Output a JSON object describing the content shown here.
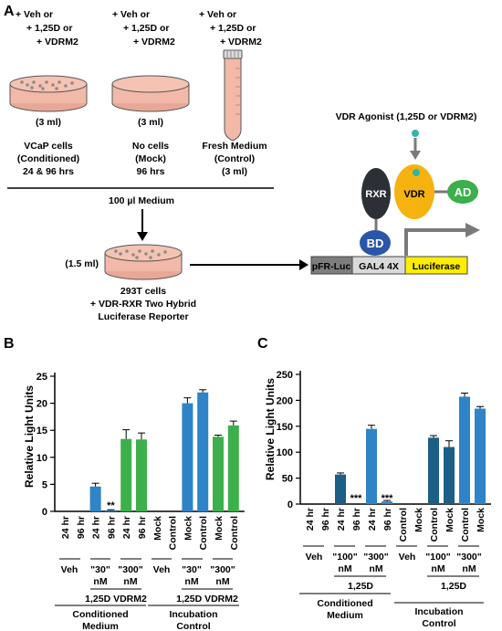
{
  "panelA": {
    "letter": "A",
    "dish1": {
      "t1": "+ Veh or",
      "t2": "+ 1,25D or",
      "t3": "+ VDRM2",
      "vol": "(3 ml)",
      "n1": "VCaP cells",
      "n2": "(Conditioned)",
      "n3": "24 & 96 hrs"
    },
    "dish2": {
      "t1": "+ Veh or",
      "t2": "+ 1,25D or",
      "t3": "+ VDRM2",
      "vol": "(3 ml)",
      "n1": "No cells",
      "n2": "(Mock)",
      "n3": "96 hrs"
    },
    "tube": {
      "t1": "+ Veh or",
      "t2": "+ 1,25D or",
      "t3": "+ VDRM2",
      "n1": "Fresh Medium",
      "n2": "(Control)",
      "n3": "(3 ml)"
    },
    "medium": "100 µl Medium",
    "dish4": {
      "vol": "(1.5 ml)",
      "n1": "293T cells",
      "n2": "+ VDR-RXR Two Hybrid",
      "n3": "Luciferase Reporter"
    },
    "agonist": "VDR Agonist (1,25D or VDRM2)",
    "rxr": "RXR",
    "vdr": "VDR",
    "ad": "AD",
    "bd": "BD",
    "pfr": "pFR-Luc",
    "gal4": "GAL4 4X",
    "luc": "Luciferase",
    "colors": {
      "dish": "#f2b9a8",
      "rxr": "#2d2f36",
      "vdr": "#f6b20f",
      "ad": "#3aaf4b",
      "bd": "#2a56a8",
      "teal": "#33b5a5",
      "luc": "#ffee00",
      "gray": "#8a8a8a"
    }
  },
  "panelB": {
    "letter": "B",
    "ylabel": "Relative Light Units",
    "conditioned": "Conditioned",
    "medium": "Medium",
    "incubation": "Incubation",
    "control": "Control",
    "treat": "1,25D VDRM2",
    "veh": "Veh",
    "c30a": "\"30\"",
    "c30b": "nM",
    "c300a": "\"300\"",
    "c300b": "nM",
    "sig": "**",
    "chart_data": {
      "type": "bar",
      "ylabel": "Relative Light Units",
      "ylim": [
        0,
        25
      ],
      "yticks": [
        0,
        5,
        10,
        15,
        20,
        25
      ],
      "categories": [
        "24 hr",
        "96 hr",
        "24 hr",
        "96 hr",
        "24 hr",
        "96 hr",
        "Mock",
        "Control",
        "Mock",
        "Control",
        "Mock",
        "Control"
      ],
      "values": [
        0,
        0,
        4.6,
        0.2,
        13.4,
        13.3,
        0,
        0,
        20.0,
        22.0,
        13.8,
        15.9
      ],
      "errors": [
        0,
        0,
        0.6,
        0.1,
        1.7,
        1.2,
        0,
        0,
        1.0,
        0.5,
        0.3,
        0.8
      ],
      "colors": [
        "#2e84c6",
        "#2e84c6",
        "#2e84c6",
        "#2e84c6",
        "#3db04b",
        "#3db04b",
        "#2e84c6",
        "#2e84c6",
        "#2e84c6",
        "#2e84c6",
        "#3db04b",
        "#3db04b"
      ]
    }
  },
  "panelC": {
    "letter": "C",
    "ylabel": "Relative Light Units",
    "conditioned": "Conditioned",
    "medium": "Medium",
    "incubation": "Incubation",
    "control": "Control",
    "treat": "1,25D",
    "veh": "Veh",
    "c100a": "\"100\"",
    "c100b": "nM",
    "c300a": "\"300\"",
    "c300b": "nM",
    "sig": "***",
    "chart_data": {
      "type": "bar",
      "ylabel": "Relative Light Units",
      "ylim": [
        0,
        250
      ],
      "yticks": [
        0,
        50,
        100,
        150,
        200,
        250
      ],
      "categories": [
        "24 hr",
        "96 hr",
        "24 hr",
        "96 hr",
        "24 hr",
        "96 hr",
        "Control",
        "Mock",
        "Control",
        "Mock",
        "Control",
        "Mock"
      ],
      "values": [
        0,
        0,
        57,
        0,
        145,
        5,
        0,
        0,
        128,
        110,
        207,
        184
      ],
      "errors": [
        0,
        0,
        3,
        0,
        7,
        2,
        0,
        0,
        4,
        12,
        7,
        4
      ],
      "colors": [
        "#1b5f86",
        "#1b5f86",
        "#1b5f86",
        "#1b5f86",
        "#2e84c6",
        "#2e84c6",
        "#1b5f86",
        "#1b5f86",
        "#1b5f86",
        "#1b5f86",
        "#2e84c6",
        "#2e84c6"
      ]
    }
  }
}
